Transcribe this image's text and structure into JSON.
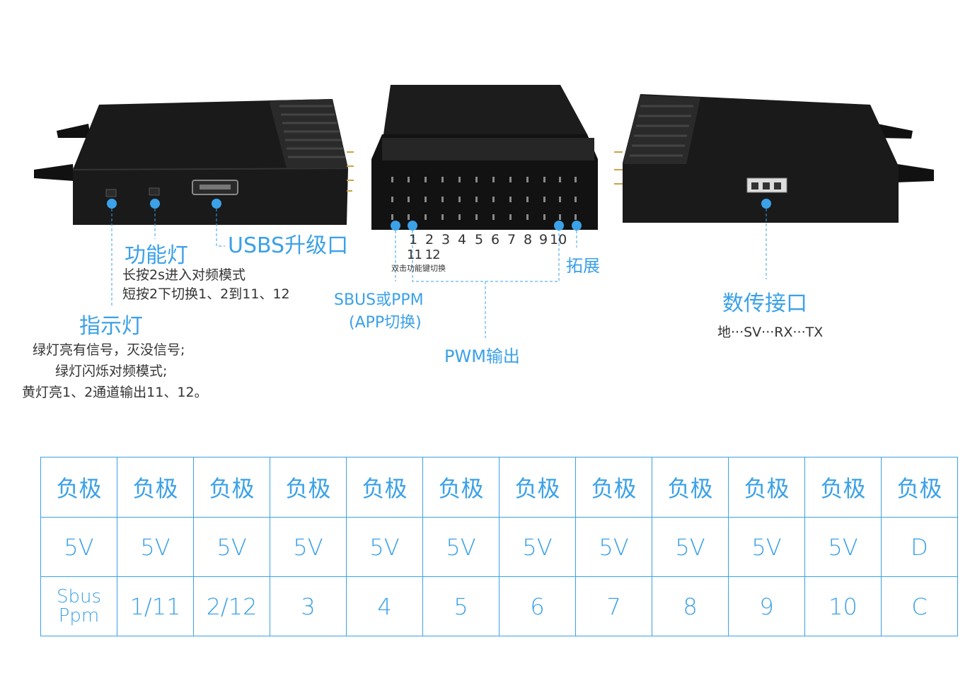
{
  "labels": {
    "function_light": "功能灯",
    "function_light_desc": [
      "长按2s进入对频模式",
      "短按2下切换1、2到11、12"
    ],
    "usb_port": "USBS升级口",
    "indicator": "指示灯",
    "indicator_desc": [
      "绿灯亮有信号，灭没信号;",
      "绿灯闪烁对频模式;",
      "黄灯亮1、2通道输出11、12。"
    ],
    "channel_numbers": [
      "1",
      "2",
      "3",
      "4",
      "5",
      "6",
      "7",
      "8",
      "9",
      "10"
    ],
    "alt_numbers": "11 12",
    "double_click": "双击功能键切换",
    "expand": "拓展",
    "sbus_ppm": [
      "SBUS或PPM",
      "(APP切换)"
    ],
    "pwm_output": "PWM输出",
    "data_port": "数传接口",
    "data_port_desc": "地···SV···RX···TX"
  },
  "pin_table": {
    "rows": [
      [
        "负极",
        "负极",
        "负极",
        "负极",
        "负极",
        "负极",
        "负极",
        "负极",
        "负极",
        "负极",
        "负极",
        "负极"
      ],
      [
        "5V",
        "5V",
        "5V",
        "5V",
        "5V",
        "5V",
        "5V",
        "5V",
        "5V",
        "5V",
        "5V",
        "D"
      ],
      [
        "Sbus\nPpm",
        "1/11",
        "2/12",
        "3",
        "4",
        "5",
        "6",
        "7",
        "8",
        "9",
        "10",
        "C"
      ]
    ]
  },
  "colors": {
    "accent": "#3ba1e8",
    "text": "#333333",
    "device": "#151515"
  }
}
